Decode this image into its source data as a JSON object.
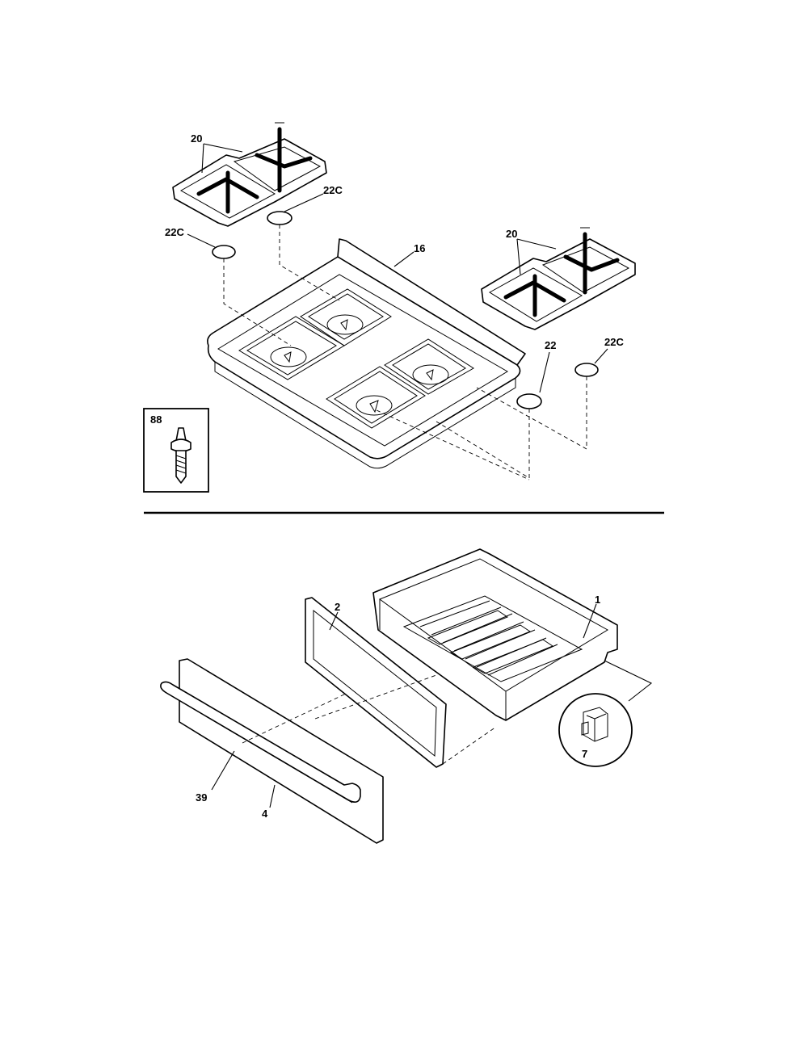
{
  "top_section": {
    "labels": {
      "grate_left": "20",
      "grate_right": "20",
      "cap_22c_upper": "22C",
      "cap_22c_left": "22C",
      "cap_22c_right": "22C",
      "cap_22": "22",
      "cooktop": "16",
      "screw_inset": "88"
    }
  },
  "bottom_section": {
    "labels": {
      "drawer_body": "1",
      "drawer_liner": "2",
      "drawer_front": "4",
      "drawer_handle": "39",
      "drawer_clip": "7"
    }
  }
}
